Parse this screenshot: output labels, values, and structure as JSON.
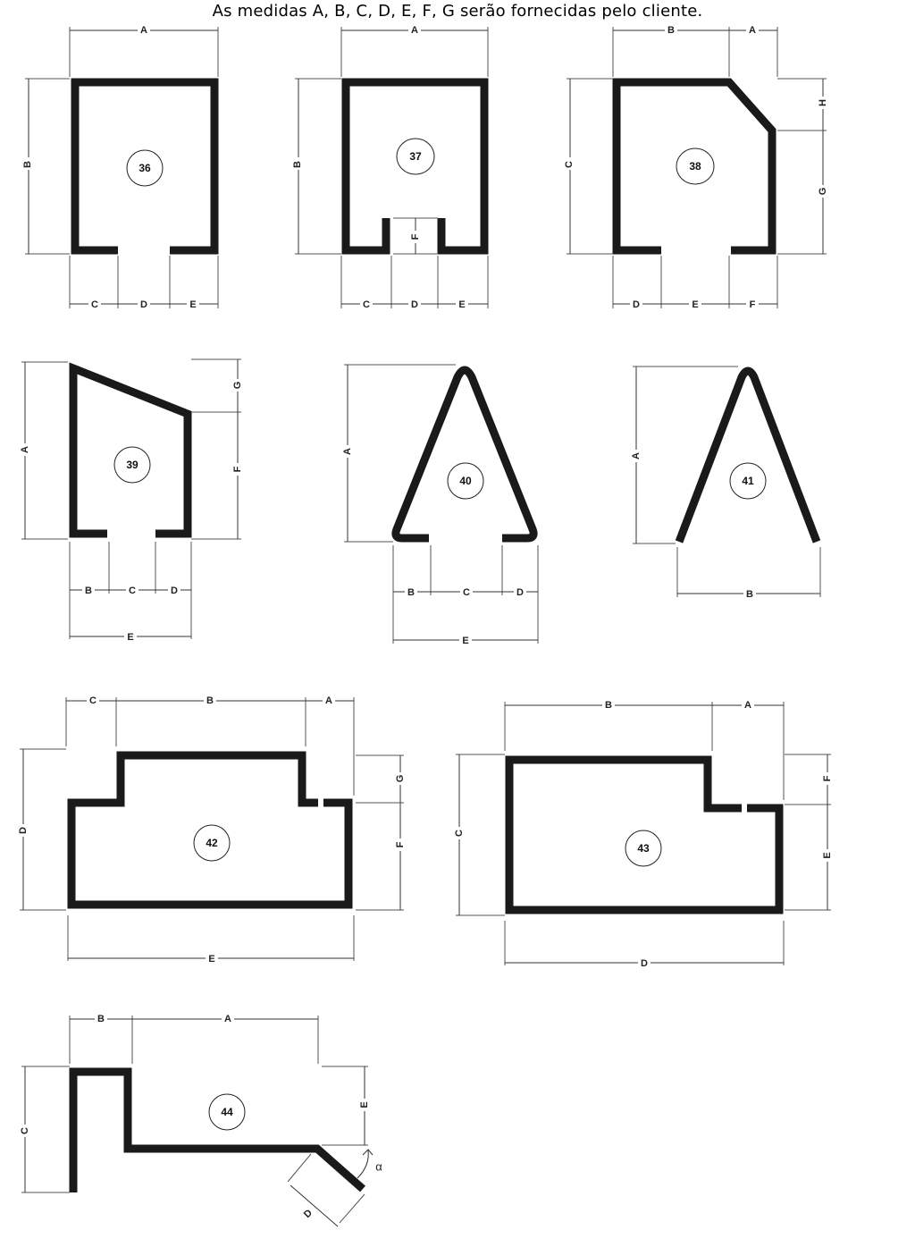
{
  "header": {
    "note": "As medidas A, B, C, D, E, F, G serão fornecidas pelo cliente."
  },
  "profiles": [
    {
      "number": "36",
      "labels": [
        "A",
        "B",
        "C",
        "D",
        "E"
      ]
    },
    {
      "number": "37",
      "labels": [
        "A",
        "B",
        "F",
        "C",
        "D",
        "E"
      ]
    },
    {
      "number": "38",
      "labels": [
        "B",
        "A",
        "H",
        "C",
        "G",
        "D",
        "E",
        "F"
      ]
    },
    {
      "number": "39",
      "labels": [
        "G",
        "A",
        "F",
        "B",
        "C",
        "D",
        "E"
      ]
    },
    {
      "number": "40",
      "labels": [
        "A",
        "B",
        "C",
        "D",
        "E"
      ]
    },
    {
      "number": "41",
      "labels": [
        "A",
        "B"
      ]
    },
    {
      "number": "42",
      "labels": [
        "C",
        "B",
        "A",
        "D",
        "G",
        "F",
        "E"
      ]
    },
    {
      "number": "43",
      "labels": [
        "B",
        "A",
        "C",
        "F",
        "E",
        "D"
      ]
    },
    {
      "number": "44",
      "labels": [
        "B",
        "A",
        "C",
        "E",
        "α",
        "D"
      ]
    }
  ],
  "colors": {
    "stroke": "#1a1a1a",
    "background": "#ffffff"
  }
}
